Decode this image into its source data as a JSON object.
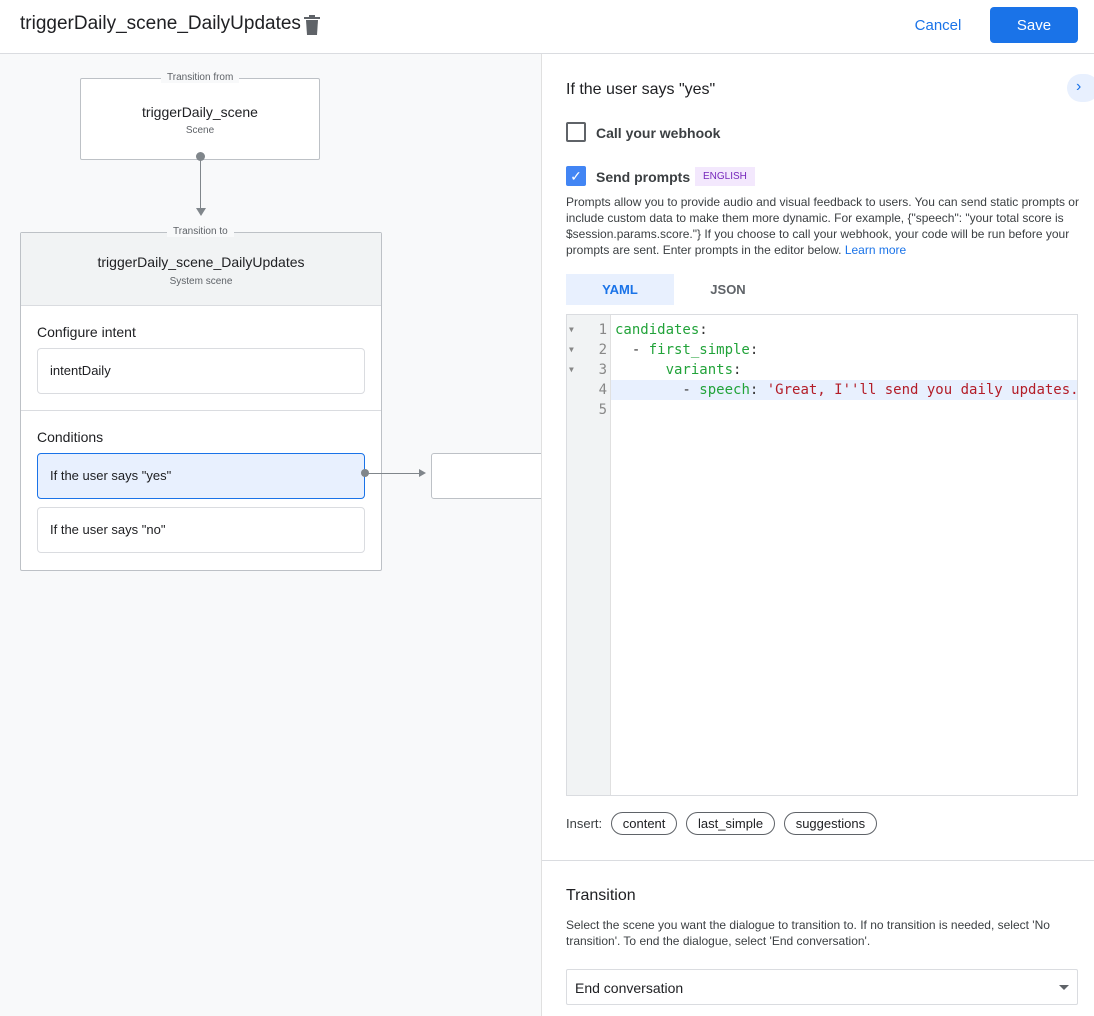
{
  "header": {
    "title": "triggerDaily_scene_DailyUpdates",
    "cancel": "Cancel",
    "save": "Save"
  },
  "canvas": {
    "from": {
      "label": "Transition from",
      "name": "triggerDaily_scene",
      "type": "Scene"
    },
    "to": {
      "label": "Transition to",
      "name": "triggerDaily_scene_DailyUpdates",
      "type": "System scene"
    },
    "configure_intent": {
      "heading": "Configure intent",
      "intent": "intentDaily"
    },
    "conditions": {
      "heading": "Conditions",
      "items": [
        "If the user says \"yes\"",
        "If the user says \"no\""
      ]
    }
  },
  "panel": {
    "title": "If the user says \"yes\"",
    "webhook": {
      "label": "Call your webhook",
      "checked": false
    },
    "prompts": {
      "label": "Send prompts",
      "checked": true,
      "badge": "ENGLISH",
      "description": "Prompts allow you to provide audio and visual feedback to users. You can send static prompts or include custom data to make them more dynamic. For example, {\"speech\": \"your total score is $session.params.score.\"} If you choose to call your webhook, your code will be run before your prompts are sent. Enter prompts in the editor below.",
      "learn_more": "Learn more"
    },
    "tabs": [
      {
        "label": "YAML",
        "active": true
      },
      {
        "label": "JSON",
        "active": false
      }
    ],
    "code_lines": [
      {
        "num": "1",
        "indent": "",
        "key": "candidates",
        "sep": ":",
        "value": ""
      },
      {
        "num": "2",
        "indent": "  - ",
        "key": "first_simple",
        "sep": ":",
        "value": ""
      },
      {
        "num": "3",
        "indent": "      ",
        "key": "variants",
        "sep": ":",
        "value": ""
      },
      {
        "num": "4",
        "indent": "        - ",
        "key": "speech",
        "sep": ": ",
        "value": "'Great, I''ll send you daily updates."
      },
      {
        "num": "5",
        "indent": "",
        "key": "",
        "sep": "",
        "value": ""
      }
    ],
    "insert": {
      "label": "Insert:",
      "chips": [
        "content",
        "last_simple",
        "suggestions"
      ]
    },
    "transition": {
      "heading": "Transition",
      "description": "Select the scene you want the dialogue to transition to. If no transition is needed, select 'No transition'. To end the dialogue, select 'End conversation'.",
      "selected": "End conversation"
    }
  },
  "colors": {
    "accent": "#1a73e8",
    "code_key": "#22a33a",
    "code_string": "#b31d28"
  }
}
